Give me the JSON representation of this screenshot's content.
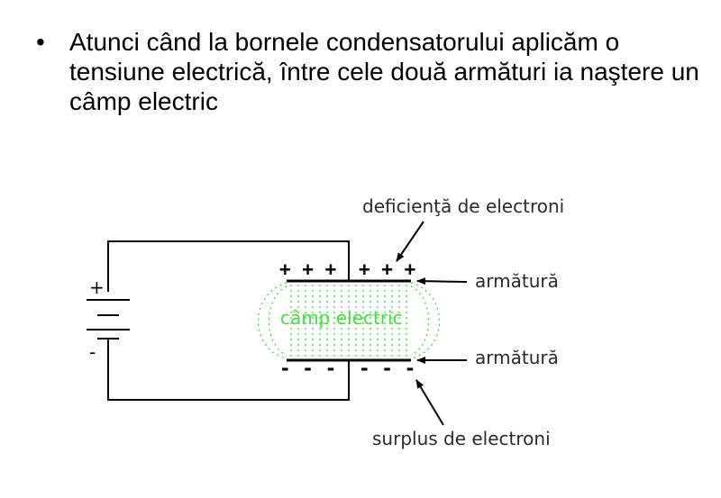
{
  "bullet": {
    "mark": "•",
    "text": "Atunci când la bornele condensatorului aplicăm o tensiune electrică, între cele două armături ia naştere un câmp electric"
  },
  "diagram": {
    "label_deficit": "deficienţă de electroni",
    "label_plate_top": "armătură",
    "label_plate_bottom": "armătură",
    "label_surplus": "surplus de electroni",
    "field_label": "câmp electric",
    "battery_plus": "+",
    "battery_minus": "-",
    "top_charges_left": "+ + +",
    "top_charges_right": "+ + +",
    "bottom_charges_left": "- - -",
    "bottom_charges_right": "- - -",
    "field_color": "#44dd44"
  }
}
